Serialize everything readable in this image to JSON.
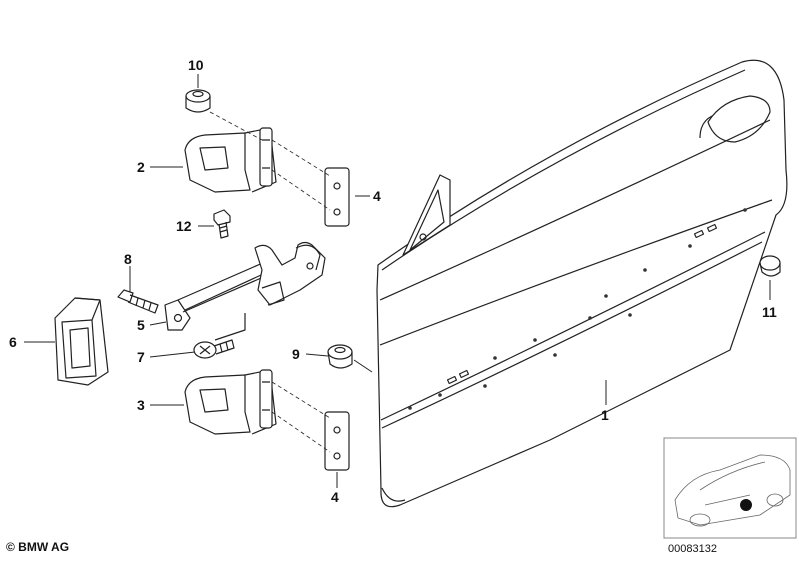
{
  "callouts": {
    "c1": "1",
    "c2": "2",
    "c3": "3",
    "c4a": "4",
    "c4b": "4",
    "c5": "5",
    "c6": "6",
    "c7": "7",
    "c8": "8",
    "c9": "9",
    "c10": "10",
    "c11": "11",
    "c12": "12"
  },
  "copyright": "© BMW AG",
  "image_number": "00083132"
}
